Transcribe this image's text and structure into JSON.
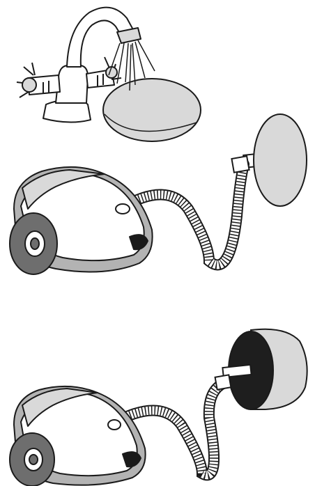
{
  "illustration": {
    "panels": [
      {
        "id": "faucet-wash",
        "icon": "faucet-with-filter-disc"
      },
      {
        "id": "vacuum-flat-filter",
        "icon": "vacuum-with-disc-filter"
      },
      {
        "id": "vacuum-foam-filter",
        "icon": "vacuum-with-cylinder-filter"
      }
    ]
  },
  "colors": {
    "line": "#1a1a1a",
    "light_gray": "#d9d9d9",
    "mid_gray": "#b3b3b3",
    "dark_gray": "#6e6e6e",
    "foam_black": "#1e1e1e",
    "white": "#ffffff"
  }
}
